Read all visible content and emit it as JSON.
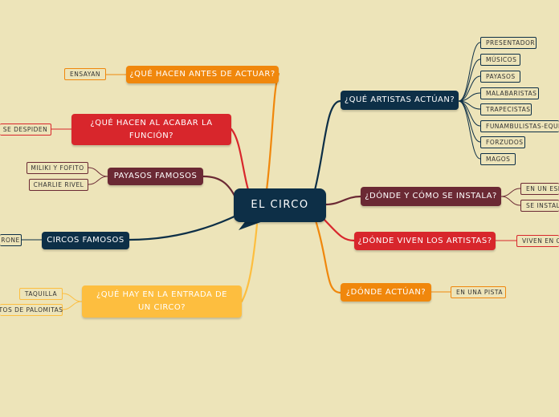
{
  "central": "EL CIRCO",
  "colors": {
    "background": "#ede4b9",
    "navy": "#0d2f47",
    "orange": "#f0870c",
    "red": "#d8262c",
    "maroon": "#6b2934",
    "yellow": "#fdbe3f"
  },
  "branches": {
    "artistas": {
      "label": "¿QUÉ ARTISTAS ACTÚAN?",
      "items": [
        "PRESENTADOR",
        "MÚSICOS",
        "PAYASOS",
        "MALABARISTAS",
        "TRAPECISTAS",
        "FUNAMBULISTAS-EQUILI",
        "FORZUDOS",
        "MAGOS"
      ]
    },
    "instala": {
      "label": "¿DÓNDE Y CÓMO SE INSTALA?",
      "items": [
        "EN UN ESP",
        "SE INSTAL"
      ]
    },
    "viven": {
      "label": "¿DÓNDE VIVEN LOS ARTISTAS?",
      "items": [
        "VIVEN EN CA"
      ]
    },
    "actuan": {
      "label": "¿DÓNDE ACTÚAN?",
      "items": [
        "EN UNA PISTA"
      ]
    },
    "antes": {
      "label": "¿QUÉ HACEN ANTES DE ACTUAR?",
      "items": [
        "ENSAYAN"
      ]
    },
    "acabar": {
      "label": "¿QUÉ HACEN AL ACABAR LA FUNCIÓN?",
      "items": [
        "SE DESPIDEN"
      ]
    },
    "payasos": {
      "label": "PAYASOS FAMOSOS",
      "items": [
        "MILIKI Y FOFITO",
        "CHARLIE RIVEL"
      ]
    },
    "circos": {
      "label": "CIRCOS FAMOSOS",
      "items": [
        "RONE"
      ]
    },
    "entrada": {
      "label": "¿QUÉ HAY EN LA ENTRADA DE UN CIRCO?",
      "items": [
        "TAQUILLA",
        "TOS DE PALOMITAS"
      ]
    }
  }
}
